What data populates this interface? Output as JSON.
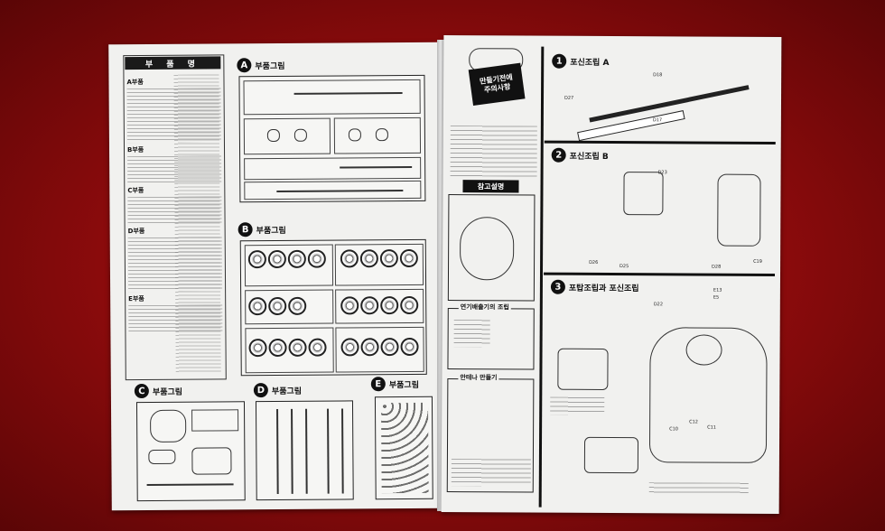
{
  "left_page": {
    "parts_list_header": "부 품 명",
    "parts_groups": [
      "A부품",
      "B부품",
      "C부품",
      "D부품",
      "E부품"
    ],
    "sections": [
      {
        "letter": "A",
        "title": "부품그림"
      },
      {
        "letter": "B",
        "title": "부품그림"
      },
      {
        "letter": "C",
        "title": "부품그림"
      },
      {
        "letter": "D",
        "title": "부품그림"
      },
      {
        "letter": "E",
        "title": "부품그림"
      }
    ]
  },
  "right_page": {
    "caution_sign": "만들기전에\n주의사항",
    "reference_header": "참고설명",
    "sub_box_1": "연기배출기의 조립",
    "sub_box_2": "안테나 만들기",
    "steps": [
      {
        "number": "1",
        "title": "포신조립 A"
      },
      {
        "number": "2",
        "title": "포신조립 B"
      },
      {
        "number": "3",
        "title": "포탑조립과 포신조립"
      }
    ],
    "part_tags": [
      "D18",
      "D27",
      "D17",
      "D23",
      "D26",
      "D25",
      "E13",
      "E5",
      "C12",
      "C11",
      "C10",
      "D28",
      "C19",
      "D22"
    ]
  },
  "colors": {
    "background": "#8a0b0c",
    "paper": "#f1f1ef",
    "ink": "#111111"
  }
}
